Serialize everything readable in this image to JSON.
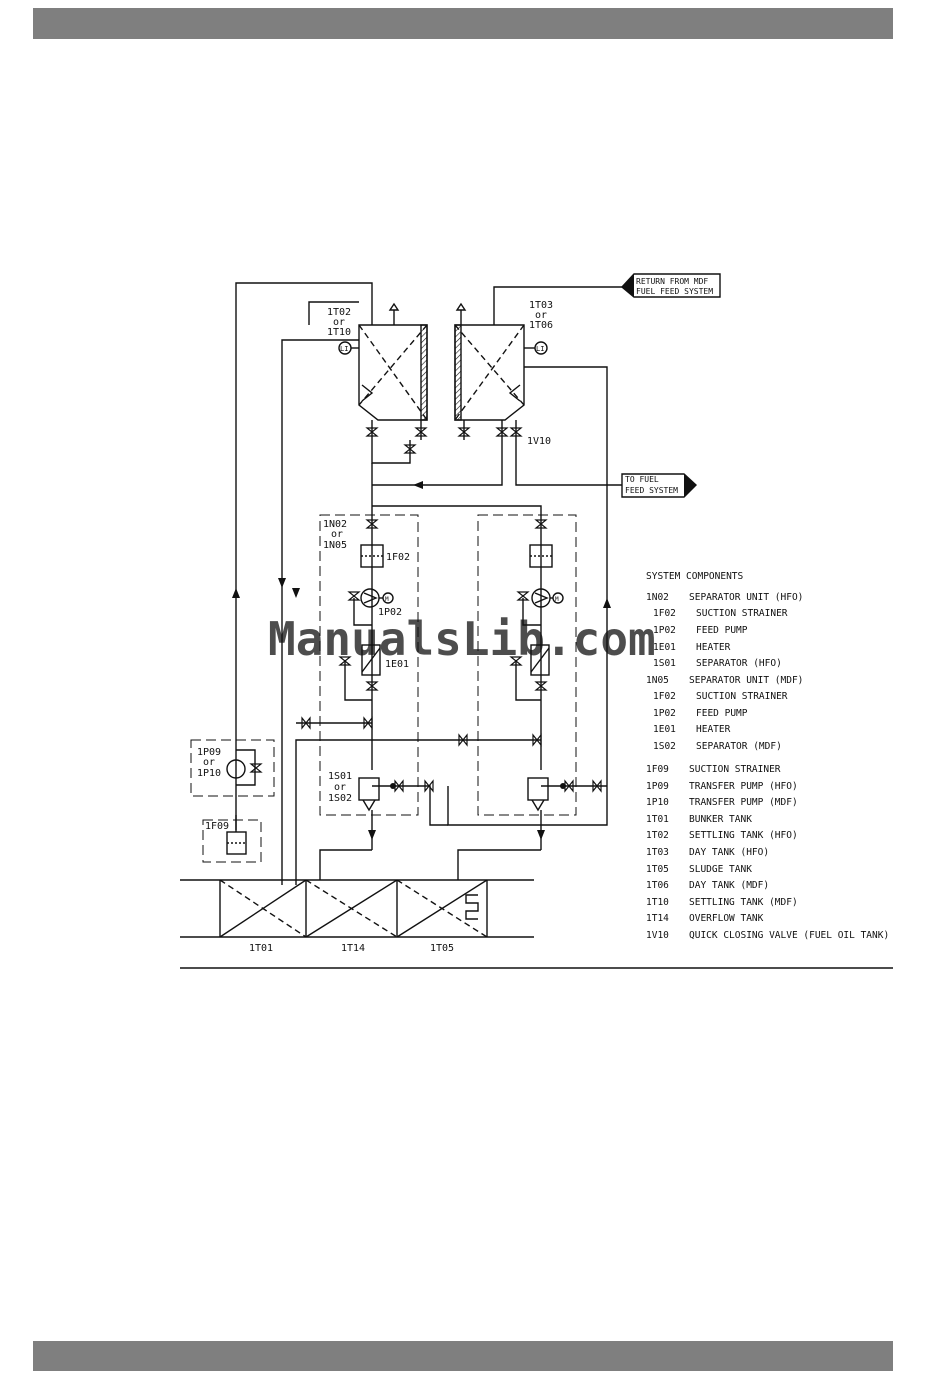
{
  "watermark": "ManualsLib.com",
  "labels": {
    "t02": "1T02",
    "or_a": "or",
    "t10": "1T10",
    "t03": "1T03",
    "or_b": "or",
    "t06": "1T06",
    "li_left": "LI",
    "li_right": "LI",
    "v10": "1V10",
    "return_1": "RETURN FROM MDF",
    "return_2": "FUEL FEED SYSTEM",
    "to_fuel_1": "TO FUEL",
    "to_fuel_2": "FEED SYSTEM",
    "n02": "1N02",
    "or_c": "or",
    "n05": "1N05",
    "f02": "1F02",
    "p02": "1P02",
    "e01": "1E01",
    "p09": "1P09",
    "or_d": "or",
    "p10": "1P10",
    "f09": "1F09",
    "s01": "1S01",
    "or_e": "or",
    "s02": "1S02",
    "motor_left": "M",
    "motor_right": "M",
    "t01": "1T01",
    "t14": "1T14",
    "t05": "1T05"
  },
  "components": {
    "title": "SYSTEM COMPONENTS",
    "items": [
      {
        "code": "1N02",
        "desc": "SEPARATOR UNIT (HFO)",
        "indent": false
      },
      {
        "code": "1F02",
        "desc": "SUCTION STRAINER",
        "indent": true
      },
      {
        "code": "1P02",
        "desc": "FEED PUMP",
        "indent": true
      },
      {
        "code": "1E01",
        "desc": "HEATER",
        "indent": true
      },
      {
        "code": "1S01",
        "desc": "SEPARATOR (HFO)",
        "indent": true
      },
      {
        "code": "1N05",
        "desc": "SEPARATOR UNIT (MDF)",
        "indent": false
      },
      {
        "code": "1F02",
        "desc": "SUCTION STRAINER",
        "indent": true
      },
      {
        "code": "1P02",
        "desc": "FEED PUMP",
        "indent": true
      },
      {
        "code": "1E01",
        "desc": "HEATER",
        "indent": true
      },
      {
        "code": "1S02",
        "desc": "SEPARATOR (MDF)",
        "indent": true
      },
      {
        "code": "1F09",
        "desc": "SUCTION STRAINER",
        "indent": false
      },
      {
        "code": "1P09",
        "desc": "TRANSFER PUMP (HFO)",
        "indent": false
      },
      {
        "code": "1P10",
        "desc": "TRANSFER PUMP (MDF)",
        "indent": false
      },
      {
        "code": "1T01",
        "desc": "BUNKER TANK",
        "indent": false
      },
      {
        "code": "1T02",
        "desc": "SETTLING TANK (HFO)",
        "indent": false
      },
      {
        "code": "1T03",
        "desc": "DAY TANK (HFO)",
        "indent": false
      },
      {
        "code": "1T05",
        "desc": "SLUDGE TANK",
        "indent": false
      },
      {
        "code": "1T06",
        "desc": "DAY TANK (MDF)",
        "indent": false
      },
      {
        "code": "1T10",
        "desc": "SETTLING TANK (MDF)",
        "indent": false
      },
      {
        "code": "1T14",
        "desc": "OVERFLOW TANK",
        "indent": false
      },
      {
        "code": "1V10",
        "desc": "QUICK CLOSING VALVE (FUEL OIL TANK)",
        "indent": false
      }
    ]
  }
}
